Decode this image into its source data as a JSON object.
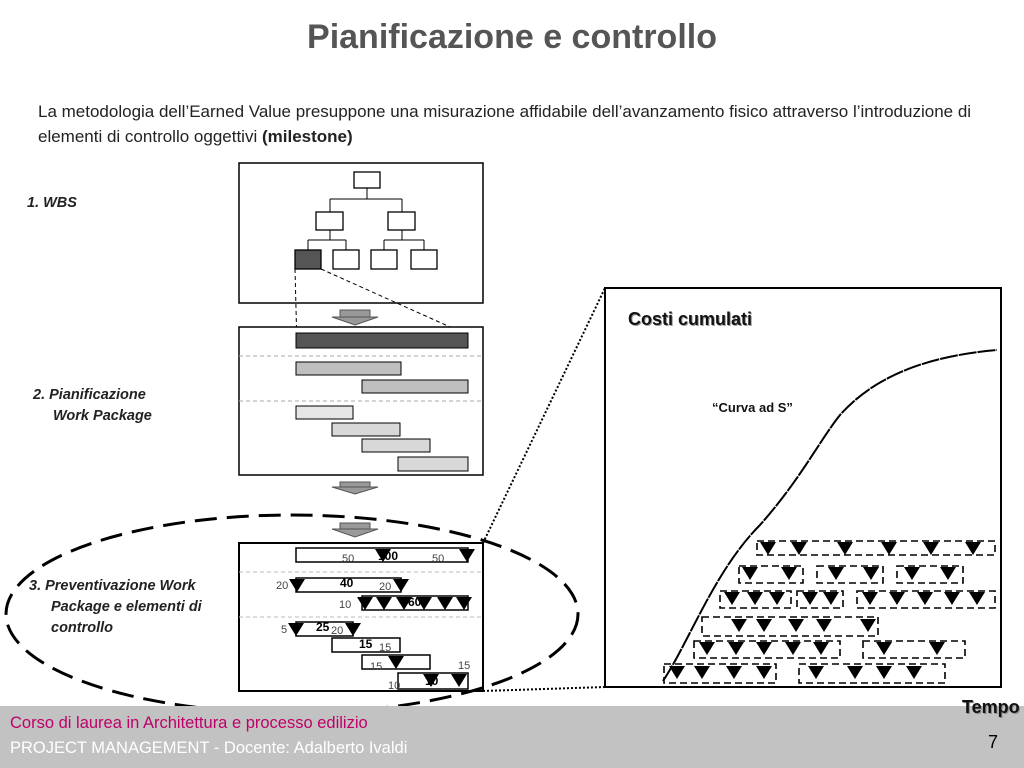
{
  "title": "Pianificazione e controllo",
  "intro": {
    "text": "La metodologia dell’Earned Value presuppone una misurazione affidabile dell’avanzamento fisico attraverso l’introduzione di elementi di controllo oggettivi ",
    "bold": "(milestone)"
  },
  "steps": {
    "wbs": "1. WBS",
    "plan_line1": "2. Pianificazione",
    "plan_line2": "Work Package",
    "budget_line1": "3. Preventivazione Work",
    "budget_line2": "Package e elementi di",
    "budget_line3": "controllo"
  },
  "chart": {
    "ylabel": "Costi cumulati",
    "curve_label": "“Curva ad S”",
    "xlabel": "Tempo"
  },
  "budget_numbers": [
    "50",
    "100",
    "50",
    "20",
    "40",
    "20",
    "10",
    "60",
    "5",
    "25",
    "20",
    "15",
    "15",
    "15",
    "15",
    "10",
    "10"
  ],
  "colors": {
    "dark_box": "#555555",
    "bar_light": "#d8d8d8",
    "bar_mid": "#bfbfbf",
    "footer_bg": "#c2c2c2",
    "footer_text1": "#c0006a"
  },
  "footer": {
    "line1": "Corso di laurea in Architettura e processo edilizio",
    "line2": "PROJECT MANAGEMENT - Docente: Adalberto Ivaldi",
    "page": "7"
  }
}
